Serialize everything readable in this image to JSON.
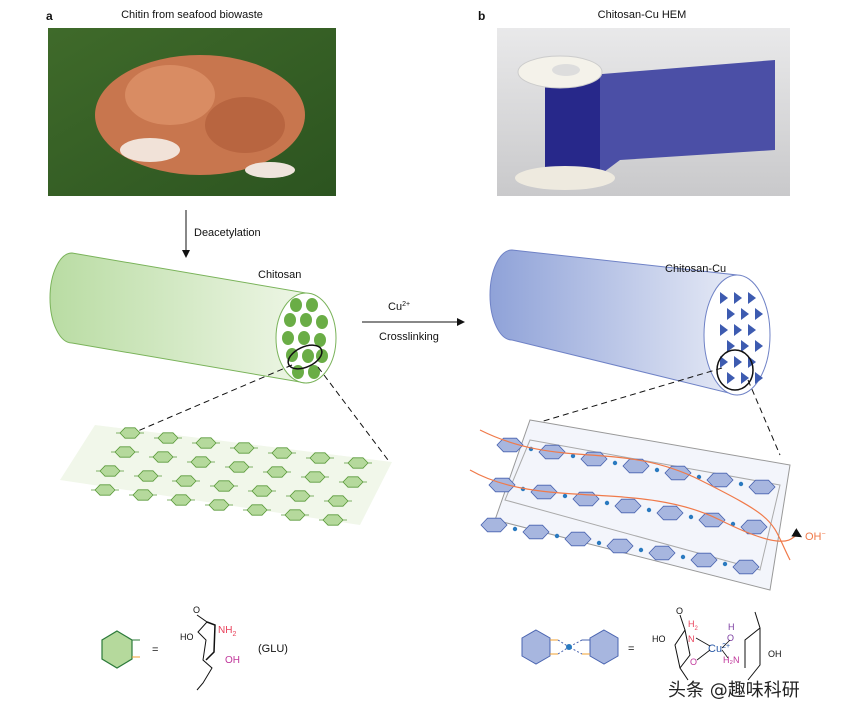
{
  "panel_a": {
    "letter": "a",
    "photo_title": "Chitin from seafood biowaste",
    "step_label": "Deacetylation",
    "cylinder_label": "Chitosan",
    "legend": {
      "equals": "=",
      "ho": "HO",
      "nh2": "NH",
      "nh2_sub": "2",
      "oh": "OH",
      "o": "O",
      "unit_label": "(GLU)"
    }
  },
  "panel_b": {
    "letter": "b",
    "photo_title": "Chitosan-Cu HEM",
    "cylinder_label": "Chitosan-Cu",
    "ion_label": "OH",
    "ion_charge": "−",
    "legend": {
      "equals": "=",
      "ho": "HO",
      "oh": "OH",
      "h2": "H",
      "h2_sub": "2",
      "n": "N",
      "h2n": "H₂N",
      "cu": "Cu",
      "cu_charge": "2+",
      "o": "O",
      "h": "H"
    }
  },
  "reaction": {
    "reagent": "Cu",
    "reagent_charge": "2+",
    "process": "Crosslinking"
  },
  "watermark": "头条 @趣味科研",
  "colors": {
    "green": "#b5d99c",
    "green_dark": "#5a9a3a",
    "blue": "#a7b6df",
    "blue_dark": "#4a64b0",
    "orange": "#f07a4a",
    "magenta": "#c0359a",
    "red_label": "#e8405a"
  }
}
